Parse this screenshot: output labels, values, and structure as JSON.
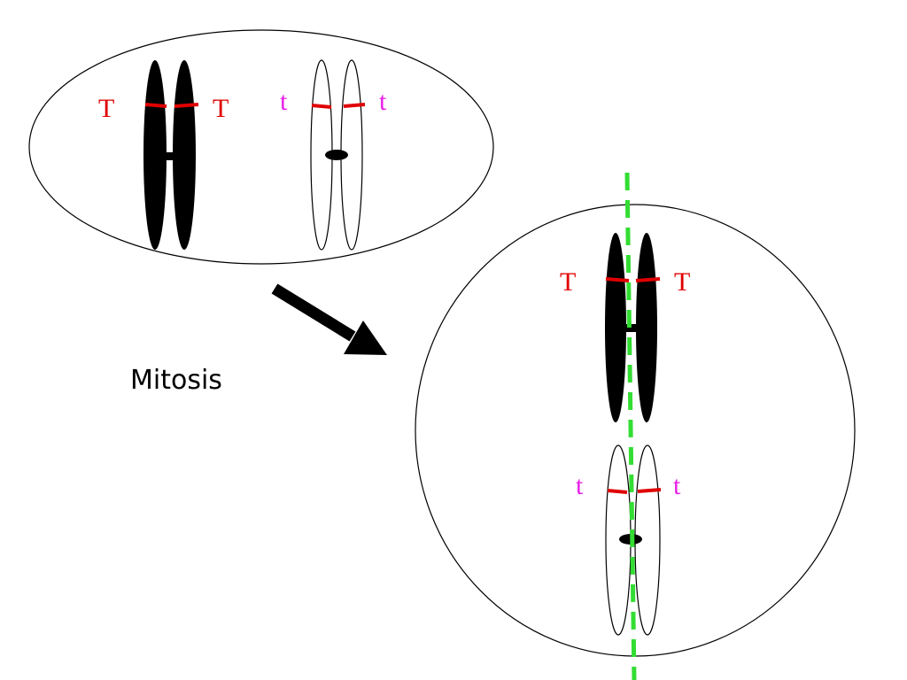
{
  "colors": {
    "dominant_allele": "#e00000",
    "recessive_allele": "#e81ee8",
    "locus_marker": "#e00000",
    "division_plane": "#33dd33",
    "chromatid_dark": "#000000",
    "outline": "#000000",
    "background": "#ffffff"
  },
  "parent_cell": {
    "dark_pair": {
      "left_label": "T",
      "right_label": "T"
    },
    "light_pair": {
      "left_label": "t",
      "right_label": "t"
    }
  },
  "process_label": "Mitosis",
  "dividing_cell": {
    "dark_pair": {
      "left_label": "T",
      "right_label": "T"
    },
    "light_pair": {
      "left_label": "t",
      "right_label": "t"
    }
  },
  "icons": {
    "arrow": "arrow-down-right-icon"
  }
}
